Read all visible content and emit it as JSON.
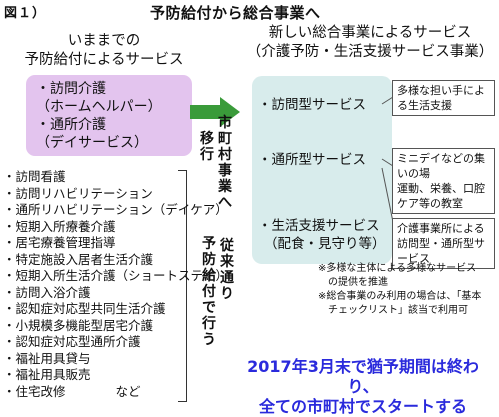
{
  "figure_label": "図１）",
  "title": "予防給付から総合事業へ",
  "left_heading": [
    "いままでの",
    "予防給付によるサービス"
  ],
  "right_heading": [
    "新しい総合事業によるサービス",
    "（介護予防・生活支援サービス事業）"
  ],
  "old_box_lines": [
    "・訪問介護",
    "（ホームヘルパー）",
    "・通所介護",
    "（デイサービス）"
  ],
  "new_services": [
    {
      "lines": [
        "・訪問型サービス"
      ],
      "desc": "多様な担い手による生活支援"
    },
    {
      "lines": [
        "・通所型サービス"
      ],
      "desc": "ミニデイなどの集いの場\n運動、栄養、口腔ケア等の教室"
    },
    {
      "lines": [
        "・生活支援サービス",
        "（配食・見守り等）"
      ],
      "desc": "介護事業所による訪問型・通所型サービス"
    }
  ],
  "vertical_transition": [
    "市町村事業へ",
    "移行"
  ],
  "vertical_continue": [
    "従来通り",
    "予防給付で行う"
  ],
  "old_services_list": [
    "・訪問看護",
    "・訪問リハビリテーション",
    "・通所リハビリテーション（デイケア）",
    "・短期入所療養介護",
    "・居宅療養管理指導",
    "・特定施設入居者生活介護",
    "・短期入所生活介護（ショートステイ）",
    "・訪問入浴介護",
    "・認知症対応型共同生活介護",
    "・小規模多機能型居宅介護",
    "・認知症対応型通所介護",
    "・福祉用具貸与",
    "・福祉用具販売",
    "・住宅改修　　　　など"
  ],
  "notes": [
    "※多様な主体による多様なサービス",
    "　の提供を推進",
    "※総合事業のみ利用の場合は、「基本",
    "　チェックリスト」該当で利用可"
  ],
  "banner": [
    "2017年3月末で猶予期間は終わり、",
    "全ての市町村でスタートする"
  ],
  "colors": {
    "old_box": "#e3c4ee",
    "new_box": "#d8ecec",
    "arrow": "#3a9b3a",
    "banner_text": "#2a2adc"
  }
}
